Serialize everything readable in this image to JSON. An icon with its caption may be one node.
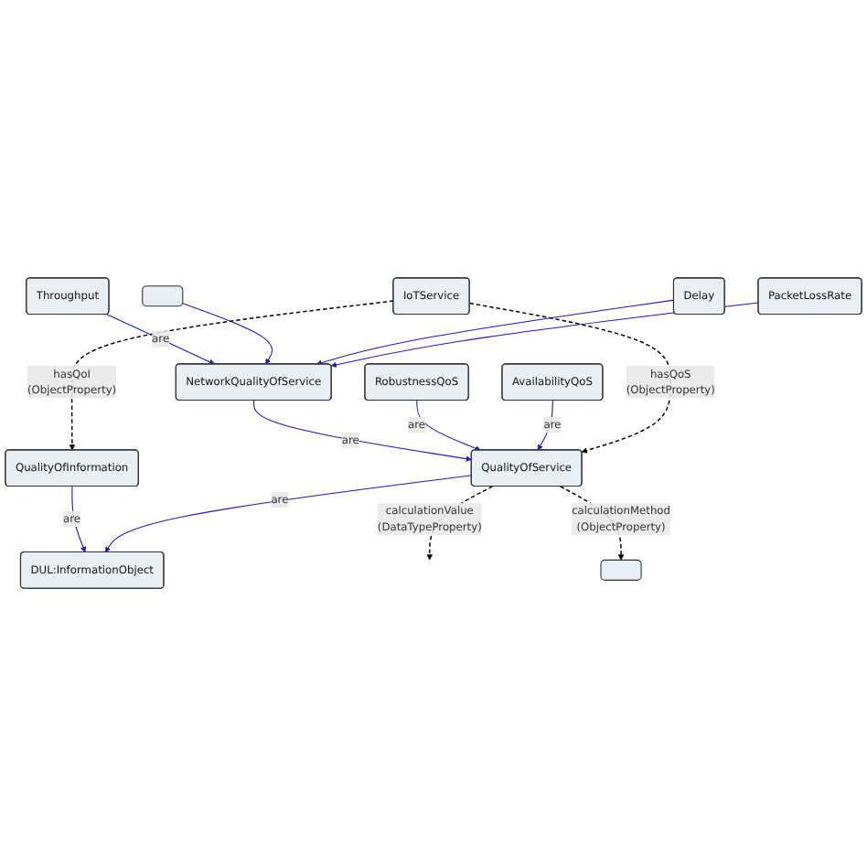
{
  "diagram": {
    "nodes": [
      {
        "text": [
          "Throughput"
        ]
      },
      {
        "text": [],
        "shape": "box"
      },
      {
        "text": [
          "Delay"
        ]
      },
      {
        "text": [
          "PacketLossRate"
        ]
      },
      {
        "text": [
          "IoTService"
        ]
      },
      {
        "text": [
          "NetworkQualityOfService"
        ]
      },
      {
        "text": [
          "RobustnessQoS"
        ]
      },
      {
        "text": [
          "QualityOfService"
        ]
      },
      {
        "text": [
          "QualityOfInformation"
        ]
      },
      {
        "text": [
          "AvailabilityQoS"
        ]
      },
      {
        "text": [
          "DUL:InformationObject"
        ]
      },
      {
        "text": [],
        "shape": "box"
      }
    ],
    "edges": [
      {
        "from": 0,
        "to": 5,
        "arrow": "to",
        "label": "are"
      },
      {
        "from": 1,
        "to": 5,
        "arrow": "to"
      },
      {
        "from": 2,
        "to": 5,
        "arrow": "to"
      },
      {
        "from": 3,
        "to": 5,
        "arrow": "to"
      },
      {
        "from": 5,
        "to": 7,
        "arrow": "to",
        "label": "are"
      },
      {
        "from": 6,
        "to": 7,
        "arrow": "to",
        "label": "are"
      },
      {
        "from": 9,
        "to": 7,
        "arrow": "to",
        "label": "are"
      },
      {
        "from": 4,
        "to": 7,
        "arrow": "to",
        "label": "hasQoS (ObjectProperty)",
        "style": "dashed",
        "color": "#000000"
      },
      {
        "from": 4,
        "to": 8,
        "arrow": "to",
        "label": "hasQoI (ObjectProperty)",
        "style": "dashed",
        "color": "#000000"
      },
      {
        "from": 8,
        "to": 10,
        "arrow": "to",
        "label": "are"
      },
      {
        "from": 7,
        "to": 10,
        "arrow": "to",
        "label": "are"
      },
      {
        "from": 7,
        "to": null,
        "arrow": "to",
        "label": "calculationValue (DataTypeProperty)",
        "style": "dashed",
        "color": "#000000"
      },
      {
        "from": 7,
        "to": 11,
        "arrow": "to",
        "label": "calculationMethod (ObjectProperty)",
        "style": "dashed",
        "color": "#000000"
      }
    ]
  }
}
